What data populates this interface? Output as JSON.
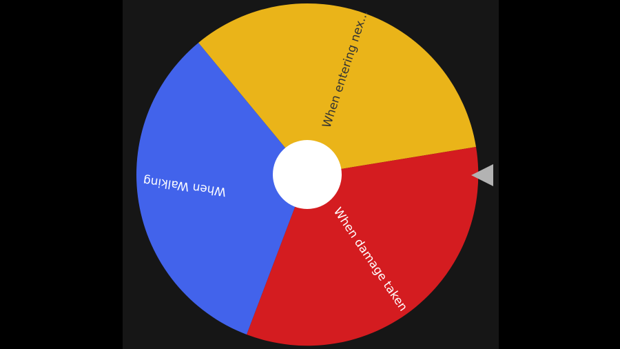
{
  "wheel": {
    "segments": [
      {
        "label": "When entering nex...",
        "color": "#EAB419"
      },
      {
        "label": "When damage taken",
        "color": "#D41C20"
      },
      {
        "label": "When Walking",
        "color": "#4263EB"
      }
    ],
    "hub_color": "#FFFFFF",
    "pointer_color": "#B3B3B3",
    "label_color": "#333333",
    "label_color_on_dark": "#FFFFFF"
  }
}
